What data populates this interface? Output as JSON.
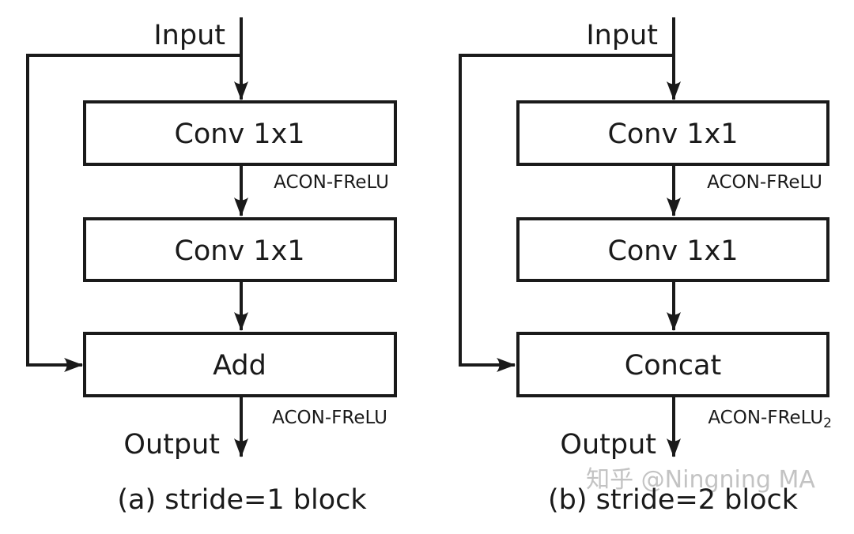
{
  "figure": {
    "description_colors": {
      "line": "#1a1a1a",
      "box_fill": "#ffffff",
      "background": "#ffffff",
      "watermark": "#bdbdbd"
    },
    "watermark_text": "知乎 @Ningning MA",
    "blocks": [
      {
        "input_label": "Input",
        "conv1_label": "Conv 1x1",
        "act1_label": "ACON-FReLU",
        "conv2_label": "Conv 1x1",
        "merge_label": "Add",
        "act2_label": "ACON-FReLU",
        "act2_sub": "",
        "output_label": "Output",
        "caption": "(a) stride=1 block"
      },
      {
        "input_label": "Input",
        "conv1_label": "Conv 1x1",
        "act1_label": "ACON-FReLU",
        "conv2_label": "Conv 1x1",
        "merge_label": "Concat",
        "act2_label": "ACON-FReLU",
        "act2_sub": "2",
        "output_label": "Output",
        "caption": "(b) stride=2 block"
      }
    ]
  }
}
